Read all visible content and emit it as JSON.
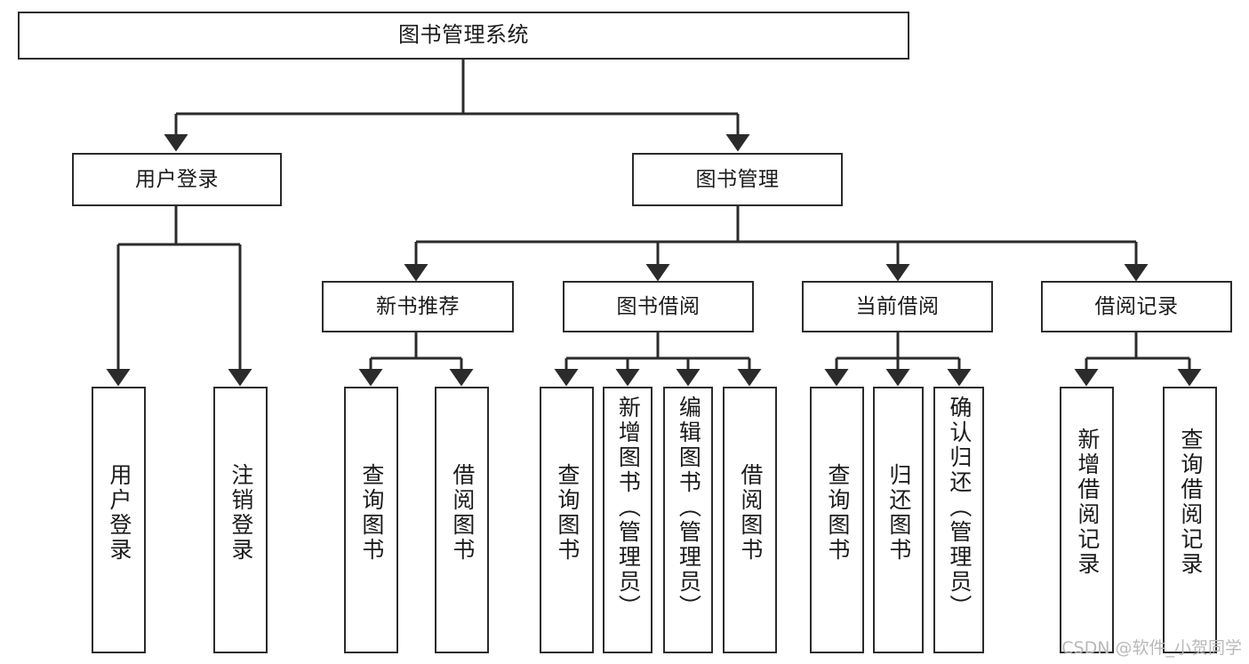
{
  "diagram": {
    "title_node": {
      "label": "图书管理系统"
    },
    "level2": [
      {
        "id": "user-login",
        "label": "用户登录"
      },
      {
        "id": "book-management",
        "label": "图书管理"
      }
    ],
    "level3": [
      {
        "id": "new-book-recommend",
        "label": "新书推荐"
      },
      {
        "id": "book-borrow",
        "label": "图书借阅"
      },
      {
        "id": "current-borrow",
        "label": "当前借阅"
      },
      {
        "id": "borrow-record",
        "label": "借阅记录"
      }
    ],
    "leaves": [
      {
        "id": "leaf-user-login",
        "label": "用户登录",
        "parent": "user-login"
      },
      {
        "id": "leaf-logout-login",
        "label": "注销登录",
        "parent": "user-login"
      },
      {
        "id": "leaf-query-book-1",
        "label": "查询图书",
        "parent": "new-book-recommend"
      },
      {
        "id": "leaf-borrow-book-1",
        "label": "借阅图书",
        "parent": "new-book-recommend"
      },
      {
        "id": "leaf-query-book-2",
        "label": "查询图书",
        "parent": "book-borrow"
      },
      {
        "id": "leaf-add-book",
        "label": "新增图书（管理员）",
        "parent": "book-borrow"
      },
      {
        "id": "leaf-edit-book",
        "label": "编辑图书（管理员）",
        "parent": "book-borrow"
      },
      {
        "id": "leaf-borrow-book-2",
        "label": "借阅图书",
        "parent": "book-borrow"
      },
      {
        "id": "leaf-query-book-3",
        "label": "查询图书",
        "parent": "current-borrow"
      },
      {
        "id": "leaf-return-book",
        "label": "归还图书",
        "parent": "current-borrow"
      },
      {
        "id": "leaf-confirm-return",
        "label": "确认归还（管理员）",
        "parent": "current-borrow"
      },
      {
        "id": "leaf-add-record",
        "label": "新增借阅记录",
        "parent": "borrow-record"
      },
      {
        "id": "leaf-query-record",
        "label": "查询借阅记录",
        "parent": "borrow-record"
      }
    ],
    "watermark": "CSDN @软件_小贺同学",
    "colors": {
      "stroke": "#2b2b2b",
      "fill": "#ffffff",
      "text": "#1b1b1b",
      "watermark": "#b9b9b9"
    }
  }
}
